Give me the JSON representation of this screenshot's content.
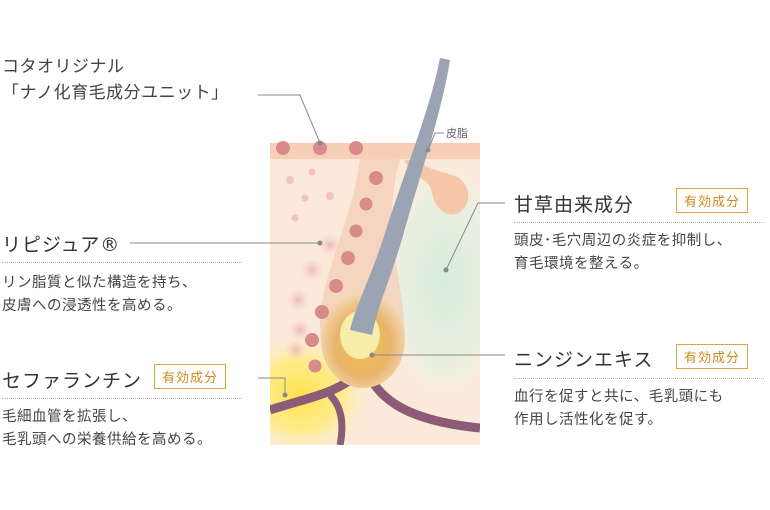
{
  "intro": {
    "line1": "コタオリジナル",
    "line2": "「ナノ化育毛成分ユニット」"
  },
  "labels": {
    "sebum": "皮脂",
    "ingredients": [
      {
        "id": "lipidure",
        "name": "リピジュア®",
        "desc1": "リン脂質と似た構造を持ち、",
        "desc2": "皮膚への浸透性を高める。"
      },
      {
        "id": "cepharanthine",
        "name": "セファランチン",
        "badge": "有効成分",
        "desc1": "毛細血管を拡張し、",
        "desc2": "毛乳頭への栄養供給を高める。"
      },
      {
        "id": "licorice",
        "name": "甘草由来成分",
        "badge": "有効成分",
        "desc1": "頭皮･毛穴周辺の炎症を抑制し、",
        "desc2": "育毛環境を整える。"
      },
      {
        "id": "ginseng",
        "name": "ニンジンエキス",
        "badge": "有効成分",
        "desc1": "血行を促すと共に、毛乳頭にも",
        "desc2": "作用し活性化を促す。"
      }
    ]
  },
  "colors": {
    "skin": "#fbe8d8",
    "skin_top": "#f6cdb4",
    "hair": "#9aa4b2",
    "vessel": "#8c5b78",
    "nano_dot": "#d98b8b",
    "accent": "#e0a23a",
    "papilla": "#f7e9a6",
    "sebaceous": "#f5c5a8",
    "licorice_glow": "#dceee0",
    "cepharanthine_glow": "#ffe34d"
  }
}
